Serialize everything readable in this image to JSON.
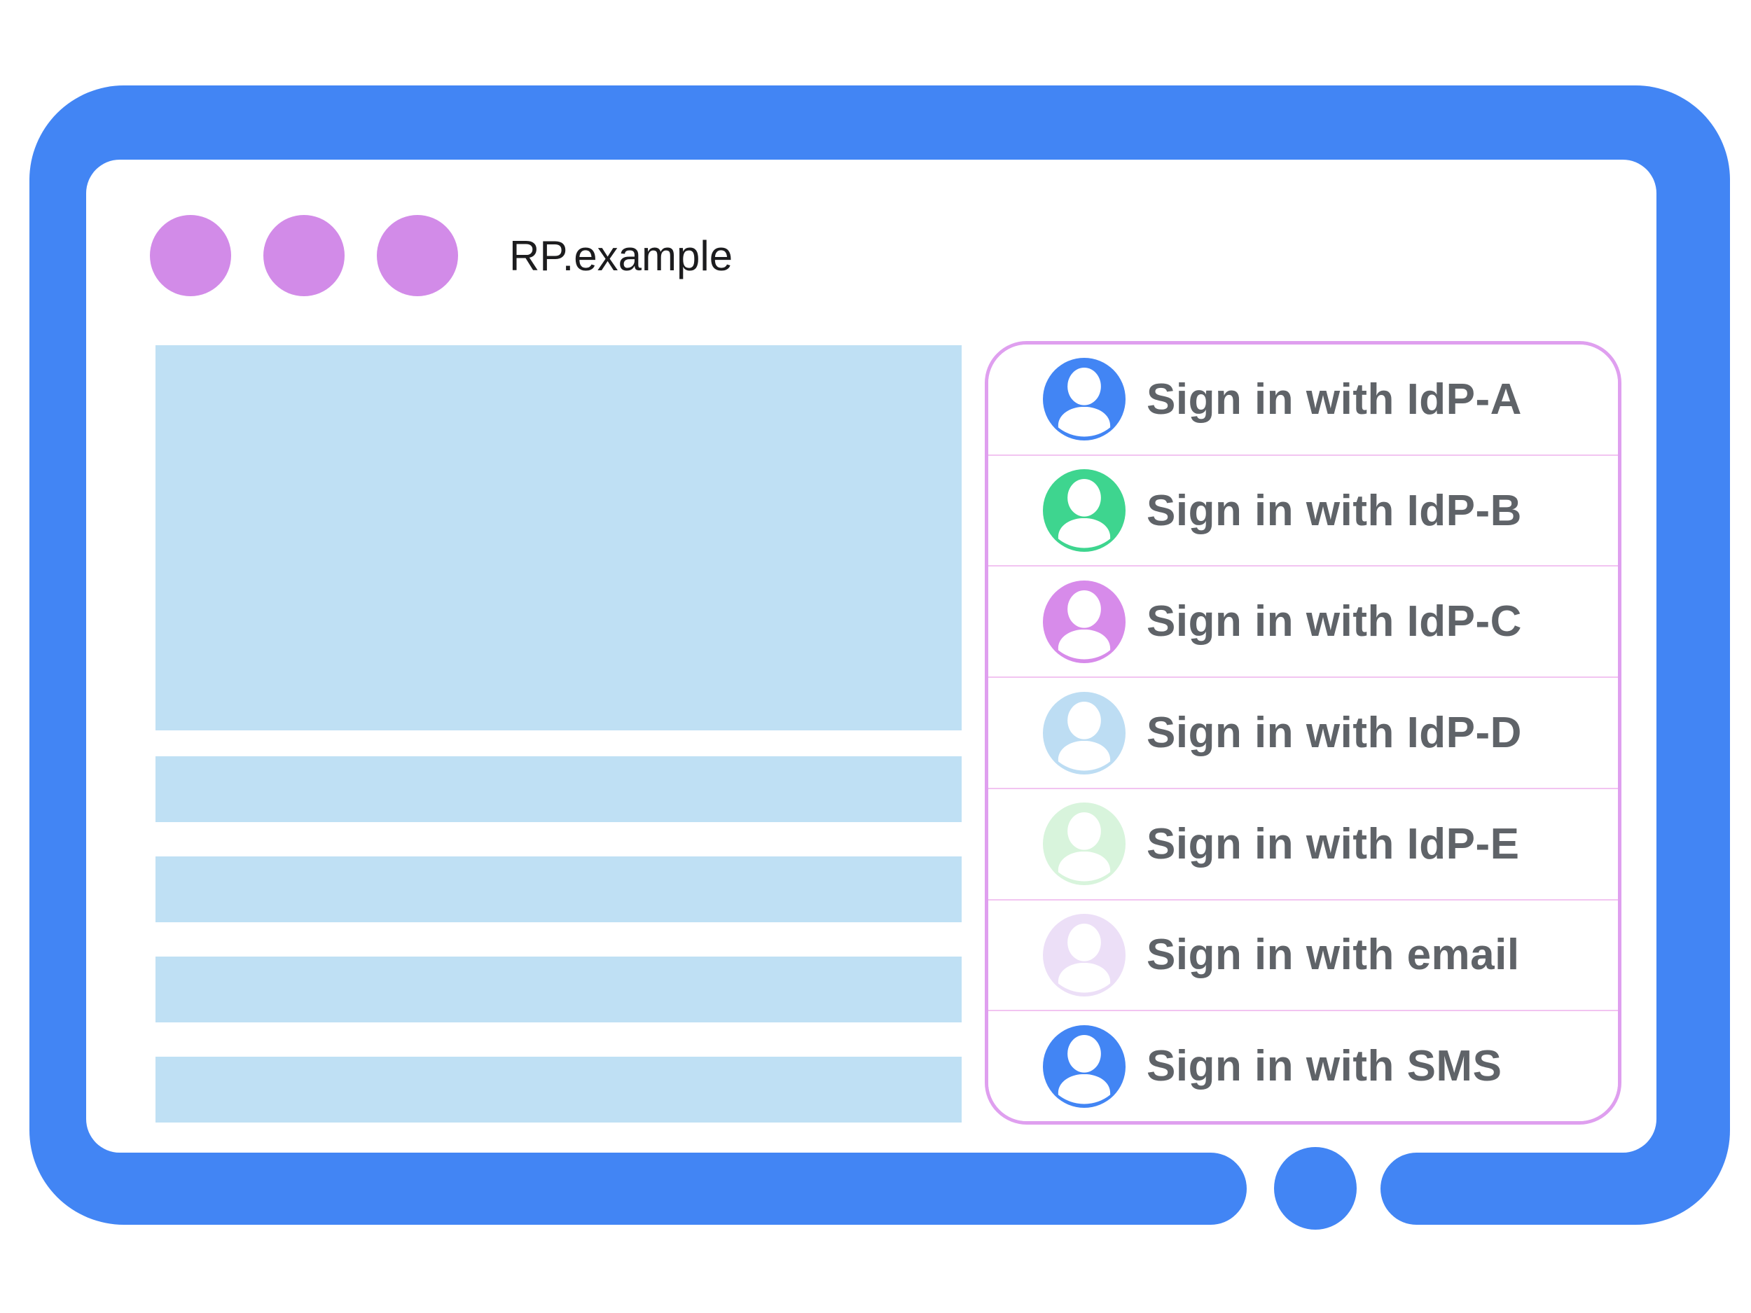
{
  "browser_window": {
    "title": "RP.example"
  },
  "window_dots": {
    "count": 3
  },
  "content_placeholders": {
    "hero_blocks": 1,
    "text_lines": 4
  },
  "signin_panel": {
    "items": [
      {
        "label": "Sign in with IdP-A",
        "avatar_color": "#4285F4"
      },
      {
        "label": "Sign in with IdP-B",
        "avatar_color": "#3ED58F"
      },
      {
        "label": "Sign in with IdP-C",
        "avatar_color": "#D78BEA"
      },
      {
        "label": "Sign in with IdP-D",
        "avatar_color": "#BDDDF3"
      },
      {
        "label": "Sign in with IdP-E",
        "avatar_color": "#D8F4DC"
      },
      {
        "label": "Sign in with email",
        "avatar_color": "#ECDFF7"
      },
      {
        "label": "Sign in with SMS",
        "avatar_color": "#4285F4"
      }
    ]
  },
  "colors": {
    "frame_blue": "#4285F4",
    "placeholder_blue": "#BFE0F4",
    "dot_purple": "#D28BE8",
    "panel_border": "#DF9FEF",
    "row_divider": "#F2C4F1",
    "label_text": "#5F6368",
    "title_text": "#1C1C1E",
    "screen_white": "#FFFFFF"
  }
}
